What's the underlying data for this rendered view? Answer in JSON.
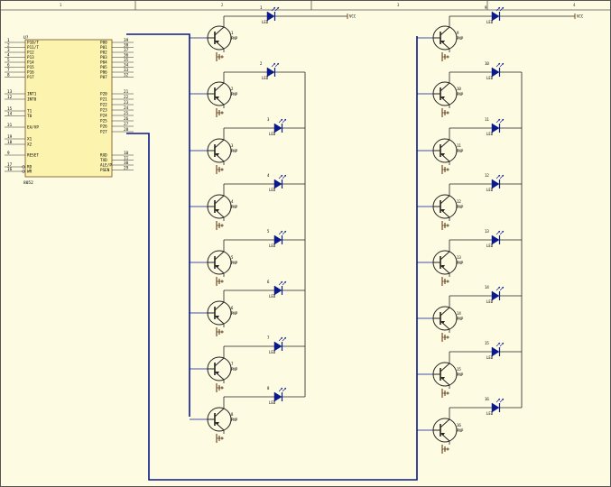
{
  "border": {
    "zones": [
      "1",
      "2",
      "3",
      "4"
    ]
  },
  "mcu": {
    "ref": "U?",
    "name": "8052",
    "left_pins": [
      {
        "num": "1",
        "name": "P10/T"
      },
      {
        "num": "2",
        "name": "P11/T"
      },
      {
        "num": "3",
        "name": "P12"
      },
      {
        "num": "4",
        "name": "P13"
      },
      {
        "num": "5",
        "name": "P14"
      },
      {
        "num": "6",
        "name": "P15"
      },
      {
        "num": "7",
        "name": "P16"
      },
      {
        "num": "8",
        "name": "P17"
      },
      {
        "num": "13",
        "name": "INT1"
      },
      {
        "num": "12",
        "name": "INT0"
      },
      {
        "num": "15",
        "name": "T1"
      },
      {
        "num": "14",
        "name": "T0"
      },
      {
        "num": "31",
        "name": "EA/VP"
      },
      {
        "num": "19",
        "name": "X1"
      },
      {
        "num": "18",
        "name": "X2"
      },
      {
        "num": "9",
        "name": "RESET"
      },
      {
        "num": "17",
        "name": "RD"
      },
      {
        "num": "16",
        "name": "WR"
      }
    ],
    "right_pins": [
      {
        "num": "39",
        "name": "P00"
      },
      {
        "num": "38",
        "name": "P01"
      },
      {
        "num": "37",
        "name": "P02"
      },
      {
        "num": "36",
        "name": "P03"
      },
      {
        "num": "35",
        "name": "P04"
      },
      {
        "num": "34",
        "name": "P05"
      },
      {
        "num": "33",
        "name": "P06"
      },
      {
        "num": "32",
        "name": "P07"
      },
      {
        "num": "21",
        "name": "P20"
      },
      {
        "num": "22",
        "name": "P21"
      },
      {
        "num": "23",
        "name": "P22"
      },
      {
        "num": "24",
        "name": "P23"
      },
      {
        "num": "25",
        "name": "P24"
      },
      {
        "num": "26",
        "name": "P25"
      },
      {
        "num": "27",
        "name": "P26"
      },
      {
        "num": "28",
        "name": "P27"
      },
      {
        "num": "10",
        "name": "RXD"
      },
      {
        "num": "11",
        "name": "TXD"
      },
      {
        "num": "30",
        "name": "ALE/P"
      },
      {
        "num": "29",
        "name": "PSEN"
      }
    ]
  },
  "vcc_label": "VCC",
  "transistor_label": "PNP",
  "led_label": "LED",
  "left_bank": {
    "transistor_refs": [
      "1",
      "2",
      "3",
      "4",
      "5",
      "6",
      "7",
      "8"
    ],
    "led_refs": [
      "1",
      "2",
      "3",
      "4",
      "5",
      "6",
      "7",
      "8"
    ]
  },
  "right_bank": {
    "transistor_refs": [
      "9",
      "10",
      "11",
      "12",
      "13",
      "14",
      "15",
      "16"
    ],
    "led_refs": [
      "9",
      "10",
      "11",
      "12",
      "13",
      "14",
      "15",
      "16"
    ]
  }
}
